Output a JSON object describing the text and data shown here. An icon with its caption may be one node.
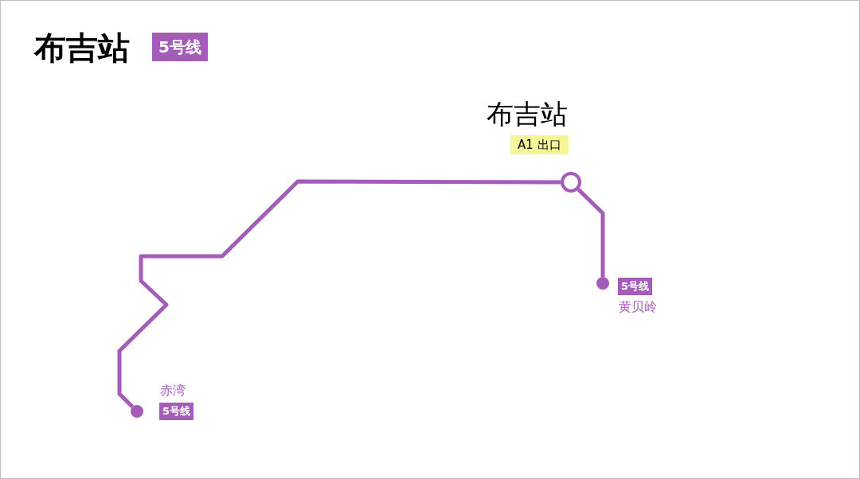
{
  "diagram": {
    "title": "布吉站",
    "nodes": [
      {
        "text": [],
        "shape": "circle",
        "beside": [
          "布吉站",
          "A1 出口"
        ]
      },
      {
        "text": [],
        "shape": "circle",
        "beside": [
          "5号线",
          "黄贝岭"
        ]
      },
      {
        "text": [],
        "shape": "circle",
        "beside": [
          "赤湾",
          "5号线"
        ]
      }
    ],
    "edges": [
      {
        "from": 2,
        "to": 0,
        "arrow": "none"
      },
      {
        "from": 0,
        "to": 1,
        "arrow": "none"
      }
    ],
    "labels": [
      "5号线"
    ]
  }
}
